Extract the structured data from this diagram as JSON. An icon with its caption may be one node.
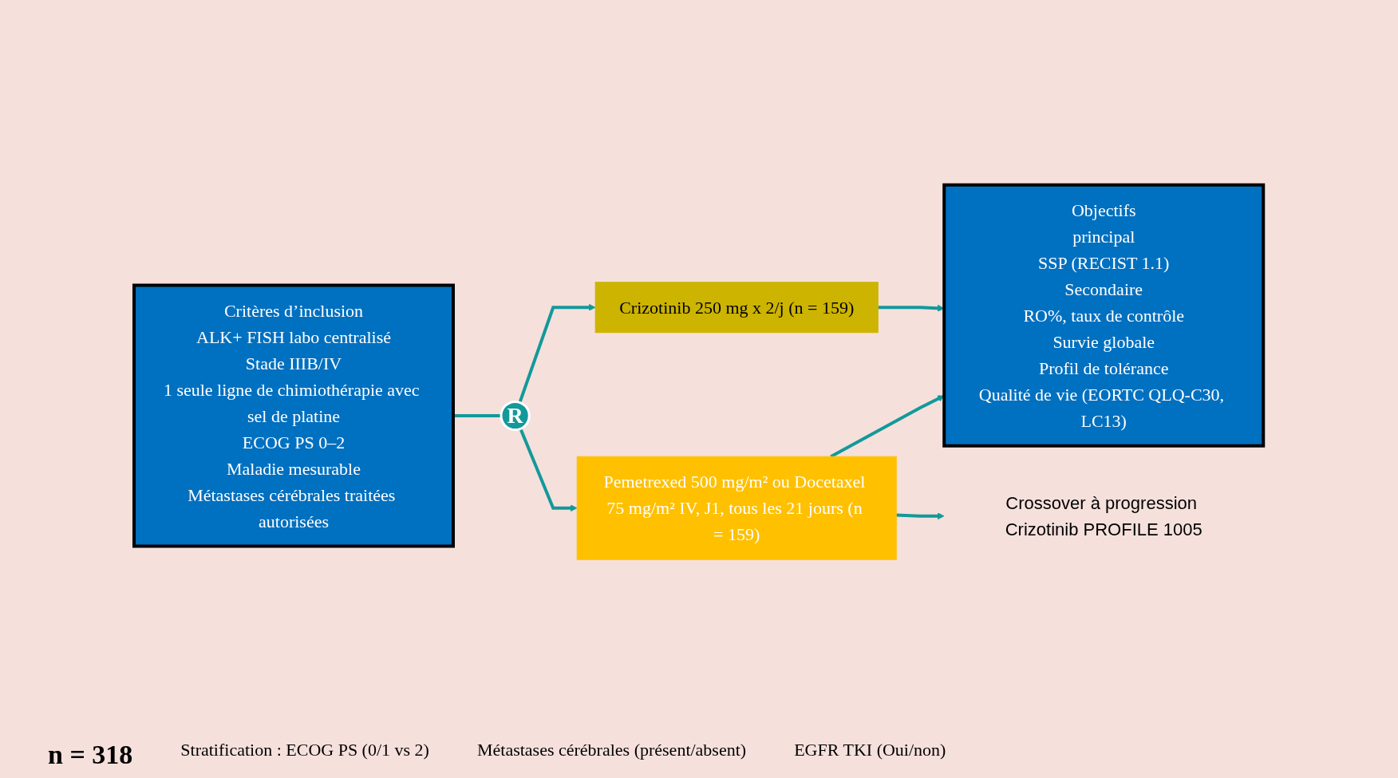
{
  "diagram": {
    "nodes": [
      {
        "text": [
          "Critères d’inclusion",
          "ALK+ FISH labo centralisé",
          "Stade IIIB/IV",
          "1 seule ligne de chimiothérapie avec sel de platine",
          "ECOG PS 0–2",
          "Maladie mesurable",
          "Métastases cérébrales traitées autorisées"
        ]
      },
      {
        "text": [
          "R"
        ]
      },
      {
        "text": [
          "Crizotinib 250 mg x 2/j (n = 159)"
        ]
      },
      {
        "text": [
          "Pemetrexed 500 mg/m² ou Docetaxel 75 mg/m² IV, J1, tous les 21 jours (n = 159)"
        ]
      },
      {
        "text": [
          "Objectifs",
          "principal",
          "SSP (RECIST 1.1)",
          "Secondaire",
          "RO%, taux de contrôle",
          "Survie globale",
          "Profil de tolérance",
          "Qualité de vie (EORTC QLQ-C30, LC13)"
        ]
      },
      {
        "text": [
          "Crossover à progression Crizotinib PROFILE 1005"
        ]
      }
    ],
    "edges": [
      {
        "from": 0,
        "to": 1,
        "arrow": "none"
      },
      {
        "from": 1,
        "to": 2,
        "arrow": "to"
      },
      {
        "from": 1,
        "to": 3,
        "arrow": "to"
      },
      {
        "from": 2,
        "to": 4,
        "arrow": "to"
      },
      {
        "from": 3,
        "to": 4,
        "arrow": "to"
      },
      {
        "from": 3,
        "to": 5,
        "arrow": "to"
      }
    ],
    "labels": [
      "n = 318",
      "Stratification : ECOG PS (0/1 vs 2)",
      "Métastases cérébrales (présent/absent)",
      "EGFR TKI (Oui/non)"
    ]
  }
}
